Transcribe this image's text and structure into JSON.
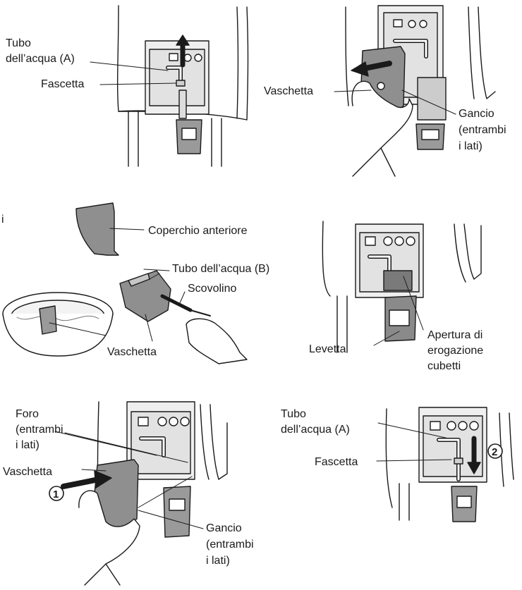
{
  "stray_char": "i",
  "panel1": {
    "label_tube_a_1": "Tubo",
    "label_tube_a_2": "dell’acqua (A)",
    "label_clamp": "Fascetta"
  },
  "panel2": {
    "label_tray": "Vaschetta",
    "label_hook_1": "Gancio",
    "label_hook_2": "(entrambi",
    "label_hook_3": "i lati)"
  },
  "panel3": {
    "label_front_cover": "Coperchio anteriore",
    "label_tube_b": "Tubo dell’acqua (B)",
    "label_brush": "Scovolino",
    "label_tray": "Vaschetta"
  },
  "panel4": {
    "label_lever": "Levetta",
    "label_opening_1": "Apertura di",
    "label_opening_2": "erogazione",
    "label_opening_3": "cubetti"
  },
  "panel5": {
    "label_hole_1": "Foro",
    "label_hole_2": "(entrambi",
    "label_hole_3": "i lati)",
    "label_tray": "Vaschetta",
    "step": "1",
    "label_hook_1": "Gancio",
    "label_hook_2": "(entrambi",
    "label_hook_3": "i lati)"
  },
  "panel6": {
    "label_tube_a_1": "Tubo",
    "label_tube_a_2": "dell’acqua (A)",
    "label_clamp": "Fascetta",
    "step": "2"
  },
  "colors": {
    "line": "#1a1a1a",
    "gray_dark": "#7a7a7a",
    "gray_mid": "#a8a8a8",
    "gray_light": "#d6d6d6"
  }
}
